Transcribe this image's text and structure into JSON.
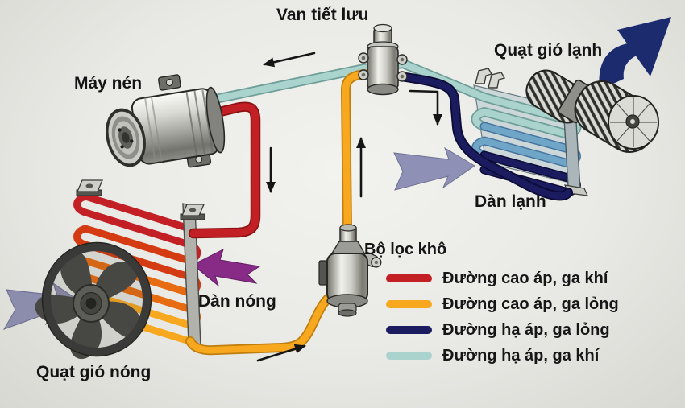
{
  "labels": {
    "expansion_valve": "Van tiết lưu",
    "cold_air_fan": "Quạt gió lạnh",
    "compressor": "Máy nén",
    "evaporator": "Dàn lạnh",
    "drier_filter": "Bộ lọc khô",
    "condenser": "Dàn nóng",
    "hot_air_fan": "Quạt gió nóng"
  },
  "legend": [
    {
      "label": "Đường cao áp, ga khí",
      "color": "#c32026"
    },
    {
      "label": "Đường cao áp, ga lỏng",
      "color": "#f7a81f"
    },
    {
      "label": "Đường hạ áp, ga lỏng",
      "color": "#1b1b60"
    },
    {
      "label": "Đường hạ áp, ga khí",
      "color": "#a9d3cc"
    }
  ],
  "colors": {
    "high_pressure_gas": "#c32026",
    "high_pressure_liquid": "#f7a81f",
    "low_pressure_liquid": "#1b1b60",
    "low_pressure_gas": "#a9d3cc",
    "airflow_in_arrow": "#8c8dac",
    "hot_air_arrow": "#872b87",
    "cold_air_out_arrow": "#1c2a6e"
  }
}
